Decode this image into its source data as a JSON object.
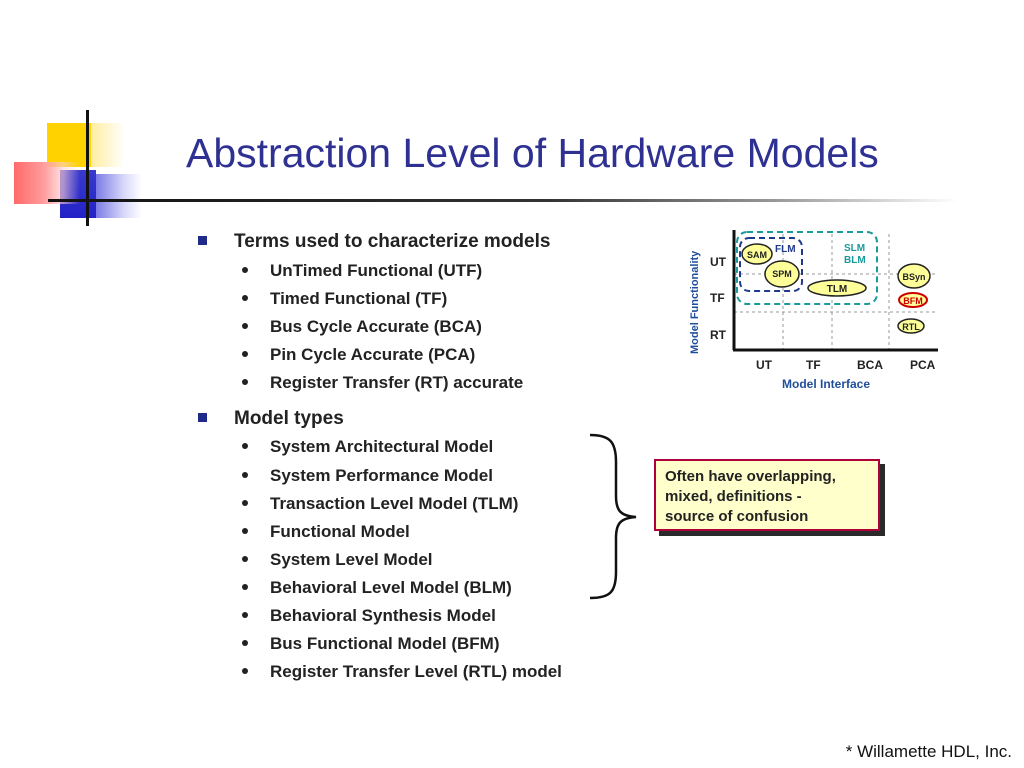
{
  "slide": {
    "title": "Abstraction Level of Hardware Models",
    "footer": "* Willamette HDL, Inc."
  },
  "terms": {
    "heading": "Terms used to characterize models",
    "items": [
      "UnTimed Functional (UTF)",
      "Timed Functional (TF)",
      "Bus Cycle Accurate (BCA)",
      "Pin Cycle Accurate (PCA)",
      "Register Transfer (RT) accurate"
    ]
  },
  "model_types": {
    "heading": "Model types",
    "items": [
      "System Architectural Model",
      "System Performance Model",
      "Transaction Level Model (TLM)",
      "Functional Model",
      "System Level Model",
      "Behavioral Level Model (BLM)",
      "Behavioral Synthesis Model",
      "Bus Functional Model (BFM)",
      "Register Transfer Level (RTL) model"
    ]
  },
  "callout": {
    "line1": "Often have overlapping,",
    "line2": "mixed, definitions -",
    "line3": "source of confusion"
  },
  "diagram": {
    "y_axis_title": "Model Functionality",
    "x_axis_title": "Model Interface",
    "y_labels": [
      "UT",
      "TF",
      "RT"
    ],
    "x_labels": [
      "UT",
      "TF",
      "BCA",
      "PCA"
    ],
    "models": {
      "sam": "SAM",
      "spm": "SPM",
      "flm": "FLM",
      "slm": "SLM",
      "blm": "BLM",
      "tlm": "TLM",
      "bsyn": "BSyn",
      "bfm": "BFM",
      "rtl": "RTL"
    },
    "colors": {
      "axis_text": "#222222",
      "axis_title": "#1f4e9a",
      "model_fill": "#ffff99",
      "flm_dash": "#1f3a8a",
      "slm_dash": "#1a9a9a",
      "bfm_border": "#cc0000"
    }
  }
}
